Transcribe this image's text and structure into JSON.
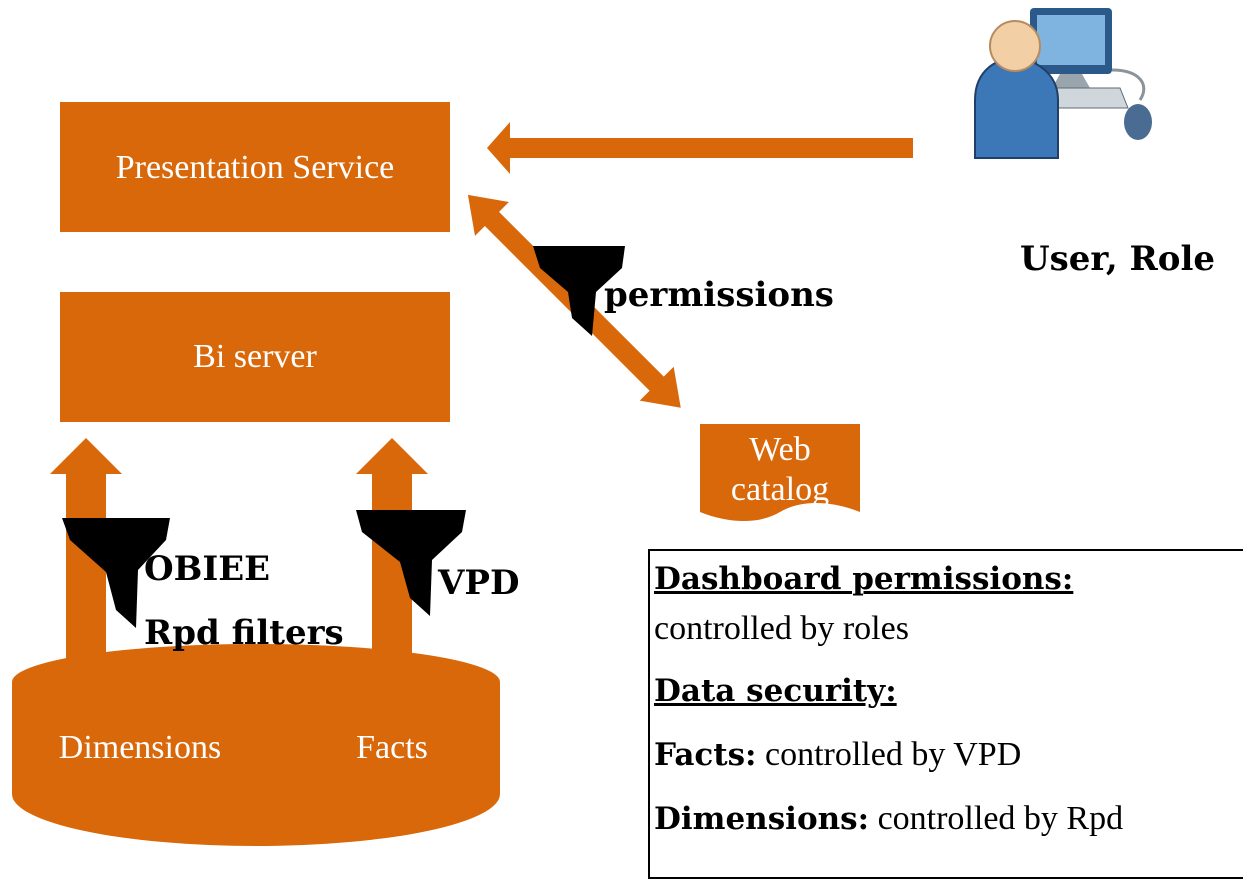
{
  "colors": {
    "orange": "#d9680a",
    "black": "#000000",
    "white": "#ffffff"
  },
  "boxes": {
    "presentation_service": "Presentation Service",
    "bi_server": "Bi server",
    "web_catalog_line1": "Web",
    "web_catalog_line2": "catalog"
  },
  "database": {
    "dimensions": "Dimensions",
    "facts": "Facts"
  },
  "labels": {
    "user_role": "User, Role",
    "permissions": "permissions",
    "obiee": "OBIEE",
    "rpd_filters": "Rpd filters",
    "vpd": "VPD"
  },
  "icons": [
    "user-computer-icon",
    "filter-funnel-icon"
  ],
  "legend": {
    "heading1": "Dashboard permissions:",
    "line1": "controlled by roles",
    "heading2": "Data security:",
    "facts_key": "Facts:",
    "facts_text": " controlled by VPD",
    "dimensions_key": "Dimensions:",
    "dimensions_text": " controlled by Rpd"
  }
}
